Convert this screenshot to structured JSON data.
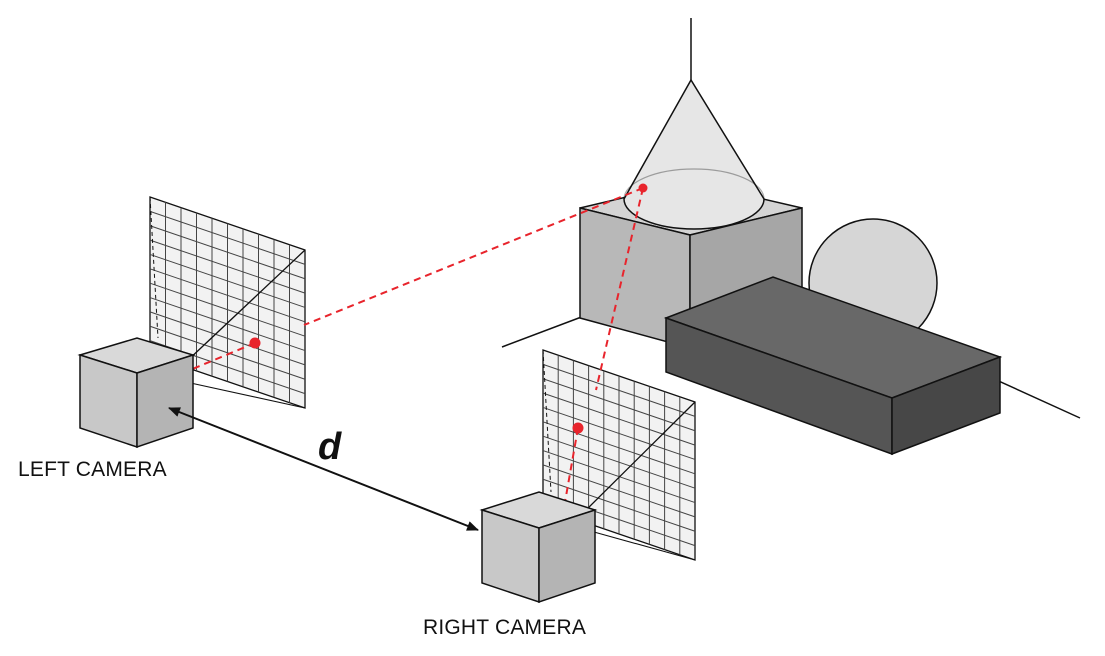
{
  "labels": {
    "left_camera": "LEFT CAMERA",
    "right_camera": "RIGHT CAMERA",
    "baseline": "d"
  },
  "colors": {
    "line": "#111111",
    "projection_ray": "#e8242c",
    "projected_point": "#e8242c",
    "camera_face_top": "#d9d9d9",
    "camera_face_left": "#c8c8c8",
    "camera_face_right": "#b4b4b4",
    "image_plane": "#f2f2f2",
    "cube_top": "#d4d4d4",
    "cube_left": "#b8b8b8",
    "cube_right": "#a6a6a6",
    "cone": "#e6e6e6",
    "sphere": "#d6d6d6",
    "box_top": "#686868",
    "box_front": "#555555",
    "box_side": "#474747"
  },
  "icons": {
    "baseline_arrow": "double-headed-arrow-icon"
  }
}
